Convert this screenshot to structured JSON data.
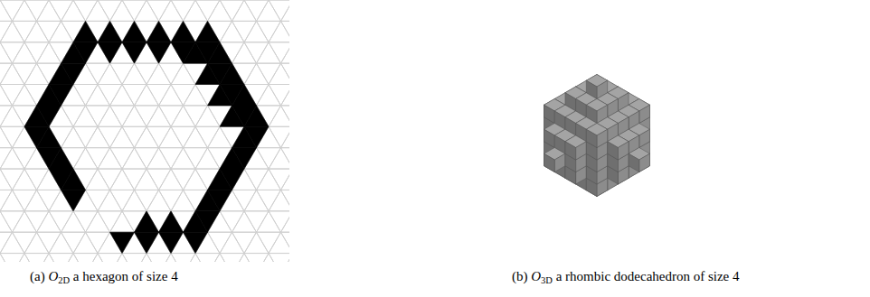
{
  "diagram": {
    "labels": [
      "(a)",
      "O",
      "2D",
      "a hexagon of size 4",
      "(b)",
      "O",
      "3D",
      "a rhombic dodecahedron of size 4"
    ]
  }
}
